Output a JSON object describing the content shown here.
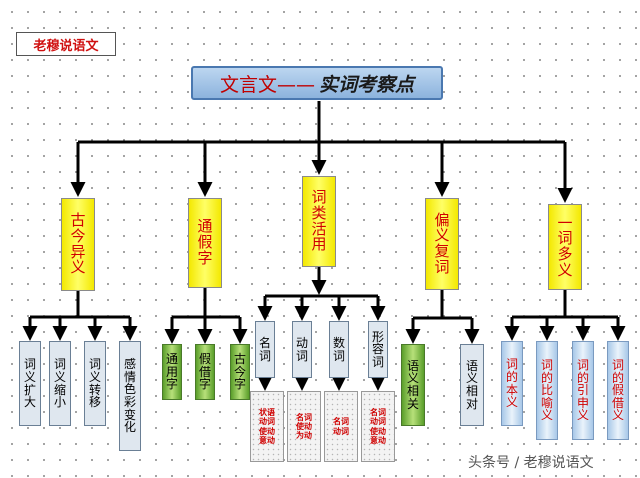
{
  "author_label": "老穆说语文",
  "title": {
    "part1": "文言文——",
    "part2": "实词考察点"
  },
  "colors": {
    "yellow": "#f3e800",
    "green": "#5a9e2a",
    "blue_box": "#a8c8e8",
    "red_text": "#d00000",
    "title_bg": "#8cb3dd"
  },
  "categories": [
    {
      "chars": [
        "古",
        "今",
        "异",
        "义"
      ],
      "children": [
        [
          "词",
          "义",
          "扩",
          "大"
        ],
        [
          "词",
          "义",
          "缩",
          "小"
        ],
        [
          "词",
          "义",
          "转",
          "移"
        ],
        [
          "感",
          "情",
          "色",
          "彩",
          "变",
          "化"
        ]
      ]
    },
    {
      "chars": [
        "通",
        "假",
        "字"
      ],
      "children": [
        [
          "通",
          "用",
          "字"
        ],
        [
          "假",
          "借",
          "字"
        ],
        [
          "古",
          "今",
          "字"
        ]
      ]
    },
    {
      "chars": [
        "词",
        "类",
        "活",
        "用"
      ],
      "children": [
        [
          "名",
          "词"
        ],
        [
          "动",
          "词"
        ],
        [
          "数",
          "词"
        ],
        [
          "形",
          "容",
          "词"
        ]
      ],
      "grandchildren": [
        [
          "状语",
          "动词",
          "使动",
          "意动"
        ],
        [
          "名词",
          "使动",
          "为动"
        ],
        [
          "名词",
          "动词"
        ],
        [
          "名词",
          "动词",
          "使动",
          "意动"
        ]
      ]
    },
    {
      "chars": [
        "偏",
        "义",
        "复",
        "词"
      ],
      "children": [
        [
          "语",
          "义",
          "相",
          "关"
        ],
        [
          "语",
          "义",
          "相",
          "对"
        ]
      ]
    },
    {
      "chars": [
        "一",
        "词",
        "多",
        "义"
      ],
      "children": [
        [
          "词",
          "的",
          "本",
          "义"
        ],
        [
          "词",
          "的",
          "比",
          "喻",
          "义"
        ],
        [
          "词",
          "的",
          "引",
          "申",
          "义"
        ],
        [
          "词",
          "的",
          "假",
          "借",
          "义"
        ]
      ]
    }
  ],
  "watermark": "头条号 / 老穆说语文"
}
